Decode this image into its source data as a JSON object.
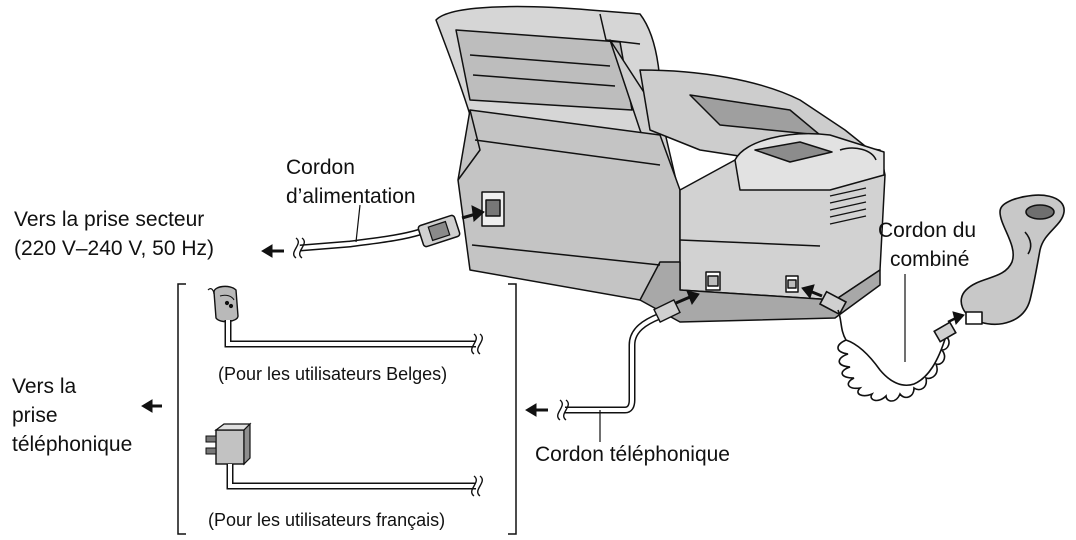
{
  "labels": {
    "power_cord": [
      "Cordon",
      "d’alimentation"
    ],
    "outlet": [
      "Vers la prise secteur",
      "(220 V–240 V, 50 Hz)"
    ],
    "handset_cord": [
      "Cordon du",
      "combiné"
    ],
    "phone_jack": [
      "Vers la",
      "prise",
      "téléphonique"
    ],
    "telephone_cord": "Cordon téléphonique",
    "belgian_users": "(Pour les utilisateurs Belges)",
    "french_users": "(Pour les utilisateurs français)"
  },
  "colors": {
    "ink": "#111111",
    "body": "#c9c9c9",
    "shade": "#9a9a9a",
    "light": "#e6e6e6"
  }
}
